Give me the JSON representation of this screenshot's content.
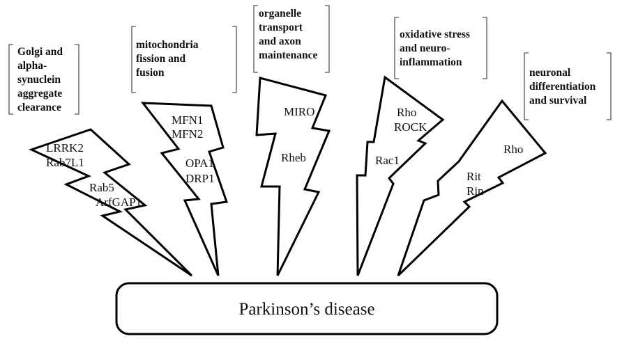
{
  "center": {
    "label": "Parkinson’s disease"
  },
  "pathways": [
    {
      "function_lines": [
        "Golgi and",
        "alpha-",
        "synuclein",
        "aggregate",
        "clearance"
      ],
      "genes": [
        "LRRK2",
        "Rab7L1",
        "Rab5",
        "ArfGAP1"
      ]
    },
    {
      "function_lines": [
        "mitochondria",
        "fission and",
        "fusion"
      ],
      "genes": [
        "MFN1",
        "MFN2",
        "OPA1",
        "DRP1"
      ]
    },
    {
      "function_lines": [
        "organelle",
        "transport",
        "and axon",
        "maintenance"
      ],
      "genes": [
        "MIRO",
        "Rheb"
      ]
    },
    {
      "function_lines": [
        "oxidative stress",
        "and neuro-",
        "inflammation"
      ],
      "genes": [
        "Rho",
        "ROCK",
        "Rac1"
      ]
    },
    {
      "function_lines": [
        "neuronal",
        "differentiation",
        "and survival"
      ],
      "genes": [
        "Rho",
        "Rit",
        "Rin"
      ]
    }
  ]
}
